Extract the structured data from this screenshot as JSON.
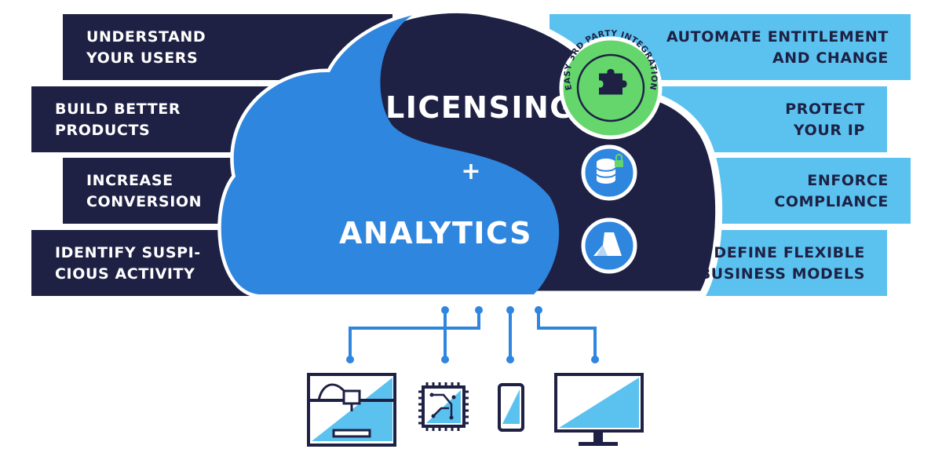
{
  "left_bands": [
    {
      "line1": "UNDERSTAND",
      "line2": "YOUR USERS"
    },
    {
      "line1": "BUILD BETTER",
      "line2": "PRODUCTS"
    },
    {
      "line1": "INCREASE",
      "line2": "CONVERSION"
    },
    {
      "line1": "IDENTIFY SUSPI-",
      "line2": "CIOUS ACTIVITY"
    }
  ],
  "right_bands": [
    {
      "line1": "AUTOMATE ENTITLEMENT",
      "line2": "AND CHANGE"
    },
    {
      "line1": "PROTECT",
      "line2": "YOUR IP"
    },
    {
      "line1": "ENFORCE",
      "line2": "COMPLIANCE"
    },
    {
      "line1": "DEFINE FLEXIBLE",
      "line2": "BUSINESS MODELS"
    }
  ],
  "cloud": {
    "top_label": "LICENSING",
    "plus": "+",
    "bottom_label": "ANALYTICS"
  },
  "badge": {
    "text": "EASY 3RD PARTY INTEGRATION",
    "icon": "puzzle-icon"
  },
  "icons": [
    "database-lock-icon",
    "azure-icon"
  ],
  "devices": [
    "3d-printer-icon",
    "microchip-icon",
    "smartphone-icon",
    "monitor-icon"
  ],
  "colors": {
    "navy": "#1e2144",
    "light_blue": "#5bc2f0",
    "mid_blue": "#2f86de",
    "green": "#64d66c"
  }
}
